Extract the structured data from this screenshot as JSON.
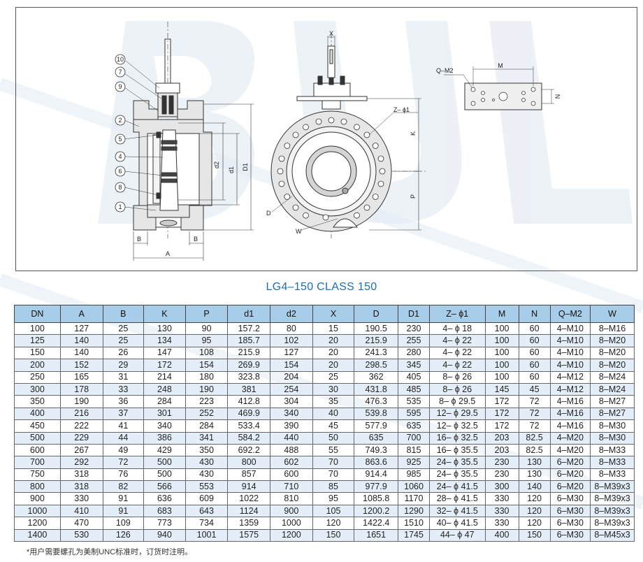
{
  "drawing": {
    "balloons": [
      "10",
      "7",
      "9",
      "2",
      "5",
      "4",
      "6",
      "8",
      "1"
    ],
    "side_labels": {
      "d2": "d2",
      "d1": "d1",
      "D1": "D1",
      "B_left": "B",
      "B_right": "B",
      "A": "A"
    },
    "front_labels": {
      "X": "X",
      "Z_phi1": "Z– ϕ1",
      "K": "K",
      "P": "P",
      "D": "D",
      "W": "W"
    },
    "plate_labels": {
      "Q_M2": "Q–M2",
      "M": "M",
      "N": "N"
    }
  },
  "table_title": "LG4–150  CLASS 150",
  "table": {
    "headers": [
      "DN",
      "A",
      "B",
      "K",
      "P",
      "d1",
      "d2",
      "X",
      "D",
      "D1",
      "Z– ϕ1",
      "M",
      "N",
      "Q–M2",
      "W"
    ],
    "rows": [
      [
        "100",
        "127",
        "25",
        "130",
        "90",
        "157.2",
        "80",
        "15",
        "190.5",
        "230",
        "4– ϕ 18",
        "100",
        "60",
        "4–M10",
        "8–M16"
      ],
      [
        "125",
        "140",
        "25",
        "134",
        "95",
        "185.7",
        "102",
        "20",
        "215.9",
        "255",
        "4– ϕ 22",
        "100",
        "60",
        "4–M10",
        "8–M20"
      ],
      [
        "150",
        "140",
        "26",
        "147",
        "108",
        "215.9",
        "127",
        "20",
        "241.3",
        "280",
        "4– ϕ 22",
        "100",
        "60",
        "4–M10",
        "8–M20"
      ],
      [
        "200",
        "152",
        "29",
        "172",
        "154",
        "269.9",
        "154",
        "20",
        "298.5",
        "345",
        "4– ϕ 22",
        "100",
        "60",
        "4–M10",
        "8–M20"
      ],
      [
        "250",
        "165",
        "31",
        "214",
        "180",
        "323.8",
        "204",
        "25",
        "362",
        "405",
        "8– ϕ 26",
        "100",
        "60",
        "4–M12",
        "8–M24"
      ],
      [
        "300",
        "178",
        "33",
        "248",
        "190",
        "381",
        "254",
        "30",
        "431.8",
        "485",
        "8– ϕ 26",
        "145",
        "45",
        "4–M12",
        "8–M24"
      ],
      [
        "350",
        "190",
        "36",
        "284",
        "223",
        "412.8",
        "304",
        "35",
        "476.3",
        "535",
        "8– ϕ 29.5",
        "172",
        "72",
        "4–M16",
        "8–M27"
      ],
      [
        "400",
        "216",
        "37",
        "301",
        "252",
        "469.9",
        "340",
        "40",
        "539.8",
        "595",
        "12– ϕ 29.5",
        "172",
        "72",
        "4–M16",
        "8–M27"
      ],
      [
        "450",
        "222",
        "41",
        "340",
        "284",
        "533.4",
        "390",
        "45",
        "577.9",
        "635",
        "12– ϕ 32.5",
        "172",
        "72",
        "4–M16",
        "8–M30"
      ],
      [
        "500",
        "229",
        "44",
        "386",
        "341",
        "584.2",
        "440",
        "50",
        "635",
        "700",
        "16– ϕ 32.5",
        "203",
        "82.5",
        "4–M20",
        "8–M30"
      ],
      [
        "600",
        "267",
        "49",
        "429",
        "350",
        "692.2",
        "488",
        "55",
        "749.3",
        "815",
        "16– ϕ 35.5",
        "203",
        "82.5",
        "4–M20",
        "8–M33"
      ],
      [
        "700",
        "292",
        "72",
        "500",
        "430",
        "800",
        "602",
        "70",
        "863.6",
        "925",
        "24– ϕ 35.5",
        "230",
        "130",
        "6–M20",
        "8–M33"
      ],
      [
        "750",
        "318",
        "76",
        "500",
        "430",
        "857",
        "600",
        "70",
        "914.4",
        "985",
        "24– ϕ 35.5",
        "230",
        "130",
        "6–M20",
        "8–M33"
      ],
      [
        "800",
        "318",
        "82",
        "566",
        "553",
        "914",
        "710",
        "85",
        "977.9",
        "1060",
        "24– ϕ 41.5",
        "300",
        "140",
        "6–M20",
        "8–M39x3"
      ],
      [
        "900",
        "330",
        "91",
        "636",
        "609",
        "1022",
        "810",
        "95",
        "1085.8",
        "1170",
        "28– ϕ 41.5",
        "330",
        "120",
        "6–M30",
        "8–M39x3"
      ],
      [
        "1000",
        "410",
        "91",
        "683",
        "643",
        "1124",
        "900",
        "105",
        "1200.2",
        "1290",
        "32– ϕ 41.5",
        "330",
        "120",
        "6–M30",
        "8–M39x3"
      ],
      [
        "1200",
        "470",
        "109",
        "773",
        "734",
        "1359",
        "1000",
        "120",
        "1422.4",
        "1510",
        "40– ϕ 41.5",
        "330",
        "120",
        "6–M30",
        "8–M39x3"
      ],
      [
        "1400",
        "530",
        "126",
        "940",
        "1001",
        "1575",
        "1200",
        "150",
        "1651",
        "1745",
        "44– ϕ 47",
        "400",
        "150",
        "6–M30",
        "8–M45x3"
      ]
    ]
  },
  "footnote": "*用户需要螺孔为美制UNC标准时，订货时注明。",
  "colors": {
    "header_bg": "#a8cde8",
    "alt_row": "#e3eef8",
    "title": "#1f6fb5"
  }
}
